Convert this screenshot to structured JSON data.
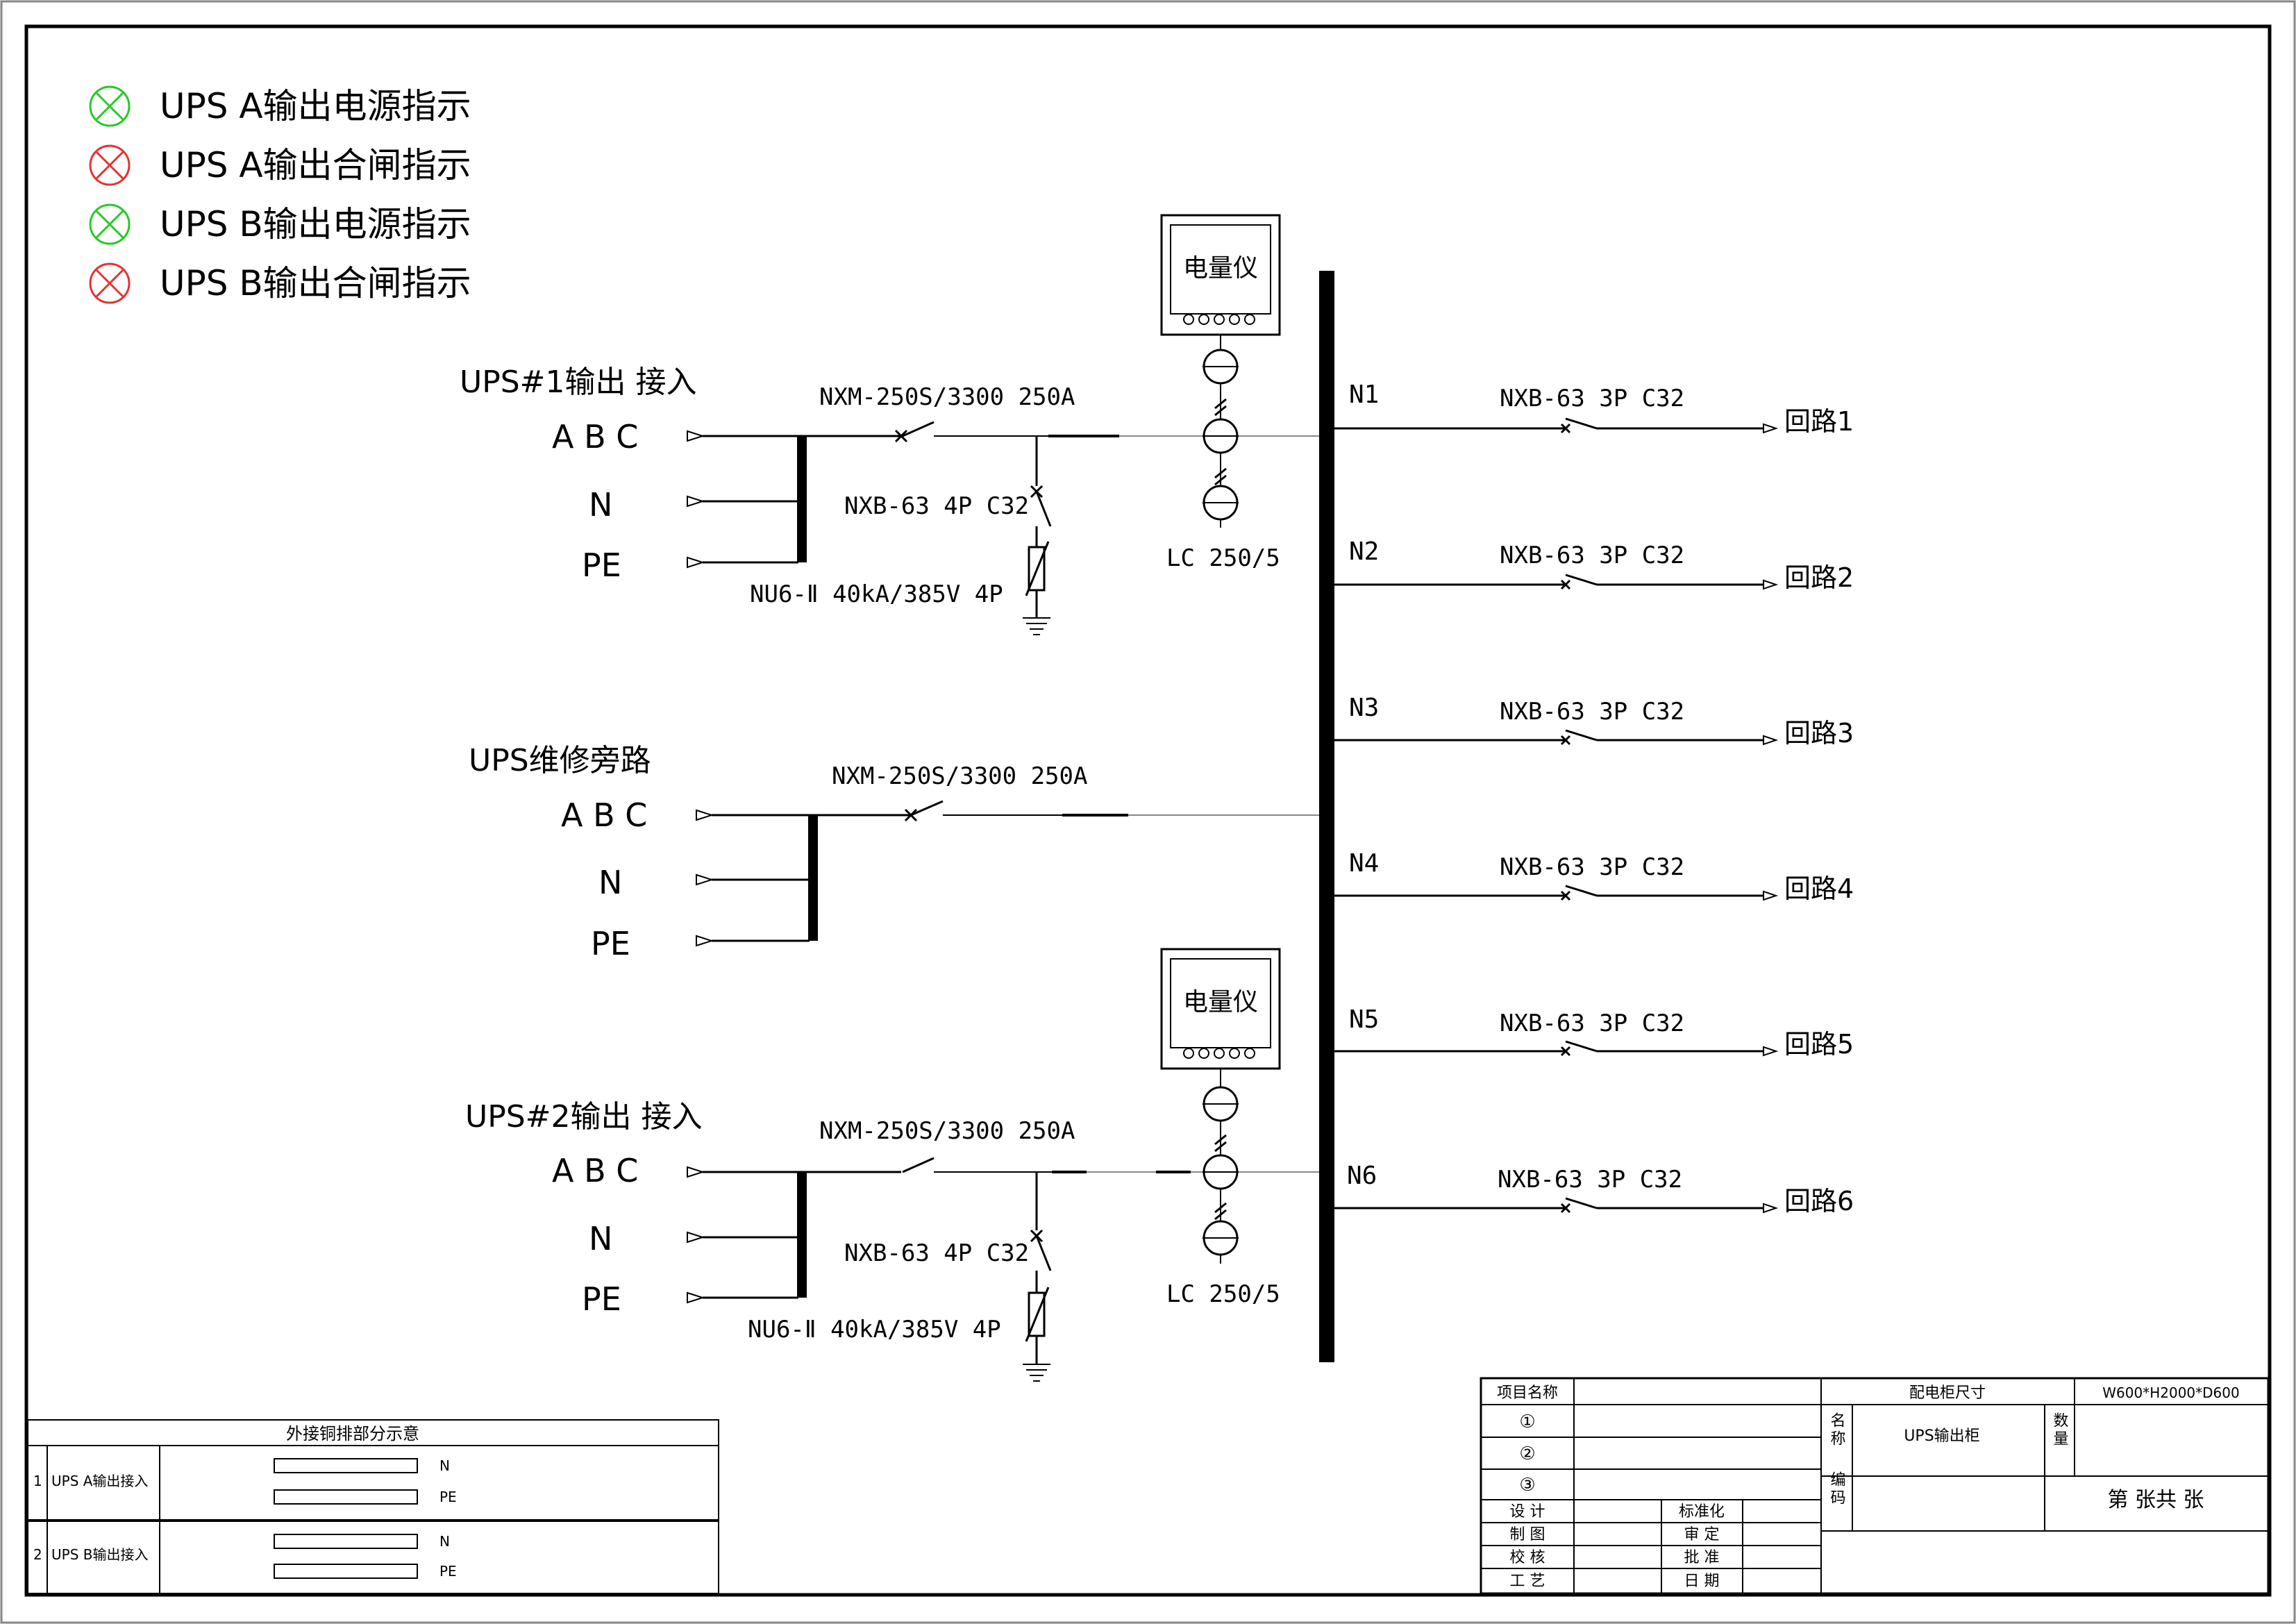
{
  "legend": [
    {
      "label": "UPS A输出电源指示",
      "color": "#27c927"
    },
    {
      "label": "UPS A输出合闸指示",
      "color": "#e63232"
    },
    {
      "label": "UPS B输出电源指示",
      "color": "#27c927"
    },
    {
      "label": "UPS B输出合闸指示",
      "color": "#e63232"
    }
  ],
  "inputs": {
    "ups1": {
      "title": "UPS#1输出 接入",
      "abc": "A B C",
      "n": "N",
      "pe": "PE",
      "main_breaker": "NXM-250S/3300 250A",
      "spd_breaker": "NXB-63 4P C32",
      "spd": "NU6-Ⅱ 40kA/385V 4P",
      "meter": "电量仪",
      "ct": "LC 250/5"
    },
    "bypass": {
      "title": "UPS维修旁路",
      "abc": "A B C",
      "n": "N",
      "pe": "PE",
      "main_breaker": "NXM-250S/3300 250A"
    },
    "ups2": {
      "title": "UPS#2输出 接入",
      "abc": "A B C",
      "n": "N",
      "pe": "PE",
      "main_breaker": "NXM-250S/3300 250A",
      "spd_breaker": "NXB-63 4P C32",
      "spd": "NU6-Ⅱ 40kA/385V 4P",
      "meter": "电量仪",
      "ct": "LC 250/5"
    }
  },
  "outputs": [
    {
      "node": "N1",
      "breaker": "NXB-63 3P C32",
      "circuit": "回路1"
    },
    {
      "node": "N2",
      "breaker": "NXB-63 3P C32",
      "circuit": "回路2"
    },
    {
      "node": "N3",
      "breaker": "NXB-63 3P C32",
      "circuit": "回路3"
    },
    {
      "node": "N4",
      "breaker": "NXB-63 3P C32",
      "circuit": "回路4"
    },
    {
      "node": "N5",
      "breaker": "NXB-63 3P C32",
      "circuit": "回路5"
    },
    {
      "node": "N6",
      "breaker": "NXB-63 3P C32",
      "circuit": "回路6"
    }
  ],
  "copper_table": {
    "title": "外接铜排部分示意",
    "rows": [
      {
        "no": "1",
        "name": "UPS A输出接入",
        "bar1": "N",
        "bar2": "PE"
      },
      {
        "no": "2",
        "name": "UPS B输出接入",
        "bar1": "N",
        "bar2": "PE"
      }
    ]
  },
  "title_block": {
    "project_name_label": "项目名称",
    "items": [
      "①",
      "②",
      "③"
    ],
    "cabinet_size_label": "配电柜尺寸",
    "cabinet_size": "W600*H2000*D600",
    "name_label": "名称",
    "name_value": "UPS输出柜",
    "qty_label": "数量",
    "code_label": "编码",
    "sheet": "第 张共 张",
    "roles": [
      {
        "left": "设 计",
        "right": "标准化"
      },
      {
        "left": "制 图",
        "right": "审 定"
      },
      {
        "left": "校 核",
        "right": "批 准"
      },
      {
        "left": "工 艺",
        "right": "日 期"
      }
    ]
  }
}
